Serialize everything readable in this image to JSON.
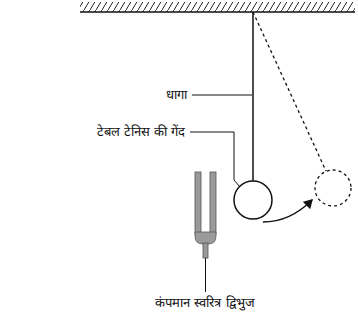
{
  "diagram": {
    "labels": [
      "धागा",
      "टेबल टेनिस की गेंद",
      "कंपमान स्वरित्र द्विभुज"
    ]
  }
}
